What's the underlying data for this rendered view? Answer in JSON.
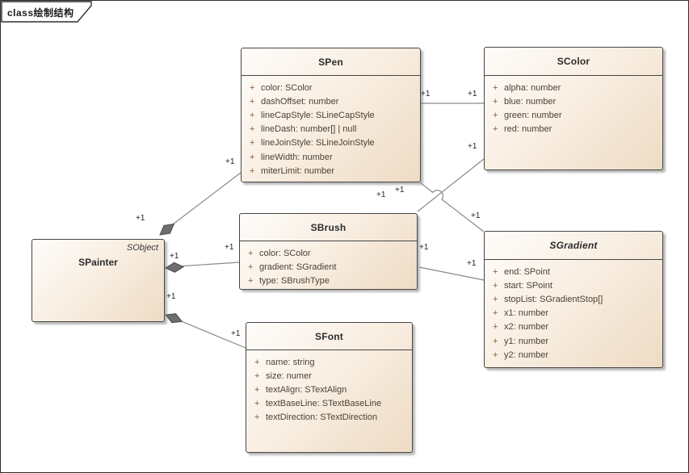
{
  "frame": {
    "title": "class绘制结构"
  },
  "classes": {
    "spen": {
      "name": "SPen",
      "attributes": [
        {
          "vis": "+",
          "text": "color: SColor"
        },
        {
          "vis": "+",
          "text": "dashOffset: number"
        },
        {
          "vis": "+",
          "text": "lineCapStyle: SLineCapStyle"
        },
        {
          "vis": "+",
          "text": "lineDash: number[] | null"
        },
        {
          "vis": "+",
          "text": "lineJoinStyle: SLineJoinStyle"
        },
        {
          "vis": "+",
          "text": "lineWidth: number"
        },
        {
          "vis": "+",
          "text": "miterLimit: number"
        }
      ]
    },
    "scolor": {
      "name": "SColor",
      "attributes": [
        {
          "vis": "+",
          "text": "alpha: number"
        },
        {
          "vis": "+",
          "text": "blue: number"
        },
        {
          "vis": "+",
          "text": "green: number"
        },
        {
          "vis": "+",
          "text": "red: number"
        }
      ]
    },
    "sbrush": {
      "name": "SBrush",
      "attributes": [
        {
          "vis": "+",
          "text": "color: SColor"
        },
        {
          "vis": "+",
          "text": "gradient: SGradient"
        },
        {
          "vis": "+",
          "text": "type: SBrushType"
        }
      ]
    },
    "sgradient": {
      "name": "SGradient",
      "attributes": [
        {
          "vis": "+",
          "text": "end: SPoint"
        },
        {
          "vis": "+",
          "text": "start: SPoint"
        },
        {
          "vis": "+",
          "text": "stopList: SGradientStop[]"
        },
        {
          "vis": "+",
          "text": "x1: number"
        },
        {
          "vis": "+",
          "text": "x2: number"
        },
        {
          "vis": "+",
          "text": "y1: number"
        },
        {
          "vis": "+",
          "text": "y2: number"
        }
      ]
    },
    "sfont": {
      "name": "SFont",
      "attributes": [
        {
          "vis": "+",
          "text": "name: string"
        },
        {
          "vis": "+",
          "text": "size: numer"
        },
        {
          "vis": "+",
          "text": "textAlign: STextAlign"
        },
        {
          "vis": "+",
          "text": "textBaseLine: STextBaseLine"
        },
        {
          "vis": "+",
          "text": "textDirection: STextDirection"
        }
      ]
    },
    "spainter": {
      "name": "SPainter",
      "stereotype": "SObject"
    }
  },
  "connectors": [
    {
      "from": "SPainter",
      "to": "SPen",
      "type": "composition",
      "labels": [
        "+1",
        "+1"
      ]
    },
    {
      "from": "SPainter",
      "to": "SBrush",
      "type": "composition",
      "labels": [
        "+1",
        "+1"
      ]
    },
    {
      "from": "SPainter",
      "to": "SFont",
      "type": "composition",
      "labels": [
        "+1",
        "+1"
      ]
    },
    {
      "from": "SPen",
      "to": "SColor",
      "type": "association",
      "labels": [
        "+1",
        "+1"
      ]
    },
    {
      "from": "SBrush",
      "to": "SColor",
      "type": "association",
      "labels": [
        "+1",
        "+1"
      ]
    },
    {
      "from": "SPen",
      "to": "SGradient",
      "type": "association",
      "labels": [
        "+1",
        "+1"
      ]
    },
    {
      "from": "SBrush",
      "to": "SGradient",
      "type": "association",
      "labels": [
        "+1",
        "+1"
      ]
    }
  ],
  "colors": {
    "box_fill_light": "#fefcfa",
    "box_fill_dark": "#eedbc4",
    "box_border": "#464646",
    "line": "#8a8a8a",
    "diamond_fill": "#6e6e6e",
    "attr_text": "#4d4136",
    "attr_plus": "#8a5a30",
    "title_text": "#2d2d2d"
  }
}
